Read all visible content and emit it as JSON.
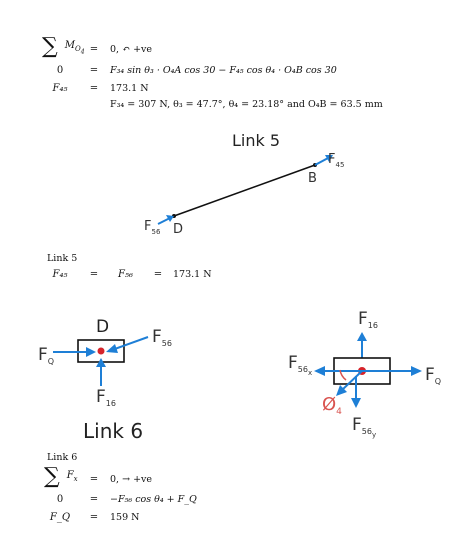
{
  "section1": {
    "sum_symbol": "∑",
    "sum_sub": "M",
    "sum_sub2": "O",
    "sum_sub3": "4",
    "eq1_rhs": "0, ↶ +ve",
    "eq2_lhs": "0",
    "eq2_rhs": "F₃₄ sin θ₃ · O₄A cos 30 − F₄₅ cos θ₄ · O₄B cos 30",
    "eq3_lhs": "F₄₅",
    "eq3_rhs": "173.1 N",
    "eq4_rhs": "F₃₄ = 307 N, θ₃ = 47.7°, θ₄ = 23.18° and O₄B = 63.5 mm",
    "equals": "="
  },
  "sketch1": {
    "title": "Link 5",
    "f45_main": "F",
    "f45_sub": "45",
    "b_label": "B",
    "f56_main": "F",
    "f56_sub": "56",
    "d_label": "D"
  },
  "section2": {
    "heading": "Link 5",
    "lhs": "F₄₅",
    "mid": "F₅₆",
    "rhs": "173.1 N"
  },
  "sketch2": {
    "d_label": "D",
    "fq_main": "F",
    "fq_sub": "Q",
    "f56_main": "F",
    "f56_sub": "56",
    "f16_main": "F",
    "f16_sub": "16",
    "caption": "Link 6"
  },
  "sketch3": {
    "f16_main": "F",
    "f16_sub": "16",
    "f56x_main": "F",
    "f56x_sub": "56",
    "f56x_sub2": "x",
    "fq_main": "F",
    "fq_sub": "Q",
    "o4_main": "Ø",
    "o4_sub": "4",
    "f56y_main": "F",
    "f56y_sub": "56",
    "f56y_sub2": "y"
  },
  "section3": {
    "heading": "Link 6",
    "sum_symbol": "∑",
    "sum_sub": "F",
    "sum_sub2": "x",
    "eq1_rhs": "0, → +ve",
    "eq2_lhs": "0",
    "eq2_rhs": "−F₅₆ cos θ₄ + F_Q",
    "eq3_lhs": "F_Q",
    "eq3_rhs": "159 N",
    "equals": "="
  },
  "colors": {
    "arrow_blue": "#1e7fd6",
    "marker_red": "#d6242b",
    "o4_red": "#d9534f"
  }
}
